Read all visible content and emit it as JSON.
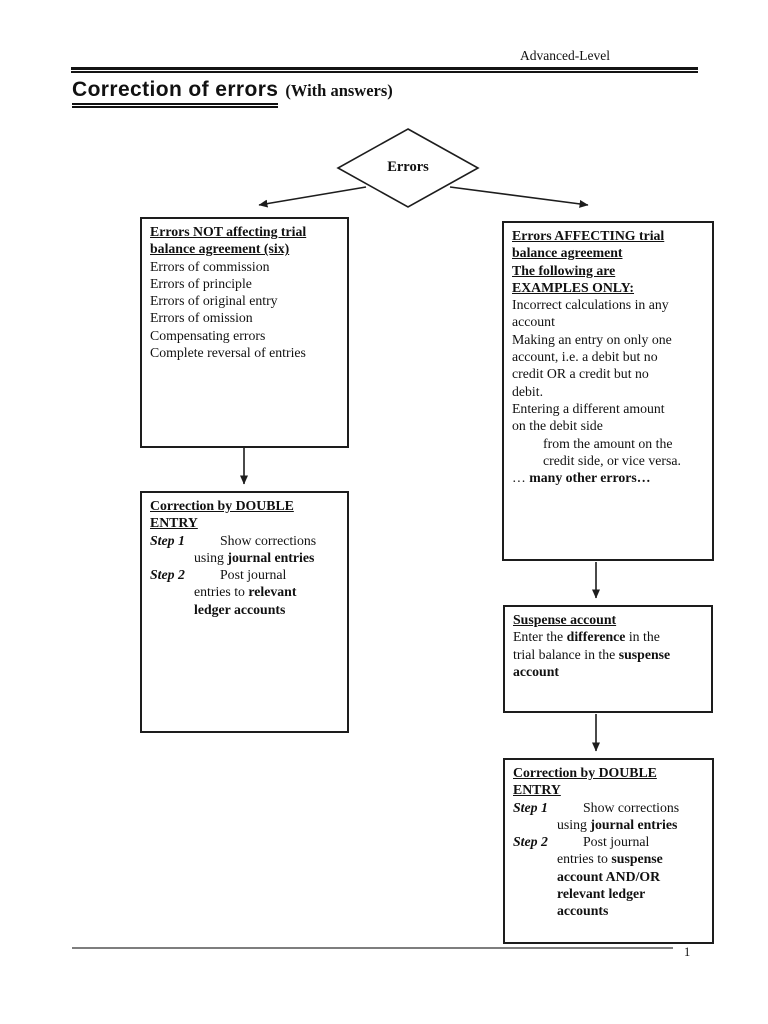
{
  "page": {
    "header_right": "Advanced-Level",
    "title": "Correction of errors",
    "title_suffix": "(With answers)",
    "footer_page_number": "1"
  },
  "colors": {
    "ink": "#111111",
    "box_border": "#1d1d1d",
    "footer_line": "#7e7e7e"
  },
  "flowchart": {
    "diamond_label": "Errors",
    "boxes": {
      "errors_not_affecting": {
        "lines": [
          {
            "segs": [
              {
                "t": "Errors NOT affecting trial",
                "b": 1,
                "u": 1
              }
            ]
          },
          {
            "segs": [
              {
                "t": "balance agreement (six)",
                "b": 1,
                "u": 1
              }
            ]
          },
          {
            "segs": [
              {
                "t": "Errors of commission"
              }
            ]
          },
          {
            "segs": [
              {
                "t": "Errors of principle"
              }
            ]
          },
          {
            "segs": [
              {
                "t": "Errors of original entry"
              }
            ]
          },
          {
            "segs": [
              {
                "t": "Errors of omission"
              }
            ]
          },
          {
            "segs": [
              {
                "t": "Compensating errors"
              }
            ]
          },
          {
            "segs": [
              {
                "t": "Complete reversal of entries"
              }
            ]
          }
        ]
      },
      "errors_affecting": {
        "lines": [
          {
            "segs": [
              {
                "t": "Errors AFFECTING trial",
                "b": 1,
                "u": 1
              }
            ]
          },
          {
            "segs": [
              {
                "t": "balance agreement",
                "b": 1,
                "u": 1
              }
            ]
          },
          {
            "segs": [
              {
                "t": "The following are",
                "b": 1,
                "u": 1
              }
            ]
          },
          {
            "segs": [
              {
                "t": "EXAMPLES ONLY:",
                "b": 1,
                "u": 1
              }
            ]
          },
          {
            "segs": [
              {
                "t": "Incorrect calculations in any"
              }
            ]
          },
          {
            "segs": [
              {
                "t": "account"
              }
            ]
          },
          {
            "segs": [
              {
                "t": "Making an entry on only one"
              }
            ]
          },
          {
            "segs": [
              {
                "t": "account, i.e. a debit but no"
              }
            ]
          },
          {
            "segs": [
              {
                "t": "credit OR a credit but no"
              }
            ]
          },
          {
            "segs": [
              {
                "t": "debit."
              }
            ]
          },
          {
            "segs": [
              {
                "t": "Entering a different amount"
              }
            ]
          },
          {
            "segs": [
              {
                "t": "on the debit side"
              }
            ]
          },
          {
            "indent": 31,
            "segs": [
              {
                "t": "from the amount on the"
              }
            ]
          },
          {
            "indent": 31,
            "segs": [
              {
                "t": "credit side, or vice versa."
              }
            ]
          },
          {
            "segs": [
              {
                "t": "… "
              },
              {
                "t": "many other errors…",
                "b": 1
              }
            ]
          }
        ]
      },
      "correction_double_entry_left": {
        "lines": [
          {
            "segs": [
              {
                "t": "Correction by DOUBLE",
                "b": 1,
                "u": 1
              }
            ]
          },
          {
            "segs": [
              {
                "t": "ENTRY",
                "b": 1,
                "u": 1
              }
            ]
          },
          {
            "segs": [
              {
                "t": "Step 1",
                "b": 1,
                "i": 1,
                "tab": 70
              },
              {
                "t": "Show corrections"
              }
            ]
          },
          {
            "indent": 44,
            "segs": [
              {
                "t": "using "
              },
              {
                "t": "journal entries",
                "b": 1
              }
            ]
          },
          {
            "segs": [
              {
                "t": "Step 2",
                "b": 1,
                "i": 1,
                "tab": 70
              },
              {
                "t": "Post journal"
              }
            ]
          },
          {
            "indent": 44,
            "segs": [
              {
                "t": "entries to "
              },
              {
                "t": "relevant",
                "b": 1
              }
            ]
          },
          {
            "indent": 44,
            "segs": [
              {
                "t": "ledger accounts",
                "b": 1
              }
            ]
          }
        ]
      },
      "suspense_account": {
        "lines": [
          {
            "segs": [
              {
                "t": "Suspense account",
                "b": 1,
                "u": 1
              }
            ]
          },
          {
            "segs": [
              {
                "t": "Enter the "
              },
              {
                "t": "difference",
                "b": 1
              },
              {
                "t": " in the"
              }
            ]
          },
          {
            "segs": [
              {
                "t": "trial balance in the "
              },
              {
                "t": "suspense",
                "b": 1
              }
            ]
          },
          {
            "segs": [
              {
                "t": "account",
                "b": 1
              }
            ]
          }
        ]
      },
      "correction_double_entry_right": {
        "lines": [
          {
            "segs": [
              {
                "t": "Correction by DOUBLE",
                "b": 1,
                "u": 1
              }
            ]
          },
          {
            "segs": [
              {
                "t": "ENTRY",
                "b": 1,
                "u": 1
              }
            ]
          },
          {
            "segs": [
              {
                "t": "Step 1",
                "b": 1,
                "i": 1,
                "tab": 70
              },
              {
                "t": "Show corrections"
              }
            ]
          },
          {
            "indent": 44,
            "segs": [
              {
                "t": "using "
              },
              {
                "t": "journal entries",
                "b": 1
              }
            ]
          },
          {
            "segs": [
              {
                "t": "Step 2",
                "b": 1,
                "i": 1,
                "tab": 70
              },
              {
                "t": "Post journal"
              }
            ]
          },
          {
            "indent": 44,
            "segs": [
              {
                "t": "entries to "
              },
              {
                "t": "suspense",
                "b": 1
              }
            ]
          },
          {
            "indent": 44,
            "segs": [
              {
                "t": "account AND/OR",
                "b": 1
              }
            ]
          },
          {
            "indent": 44,
            "segs": [
              {
                "t": "relevant ledger",
                "b": 1
              }
            ]
          },
          {
            "indent": 44,
            "segs": [
              {
                "t": "accounts",
                "b": 1
              }
            ]
          }
        ]
      }
    }
  }
}
